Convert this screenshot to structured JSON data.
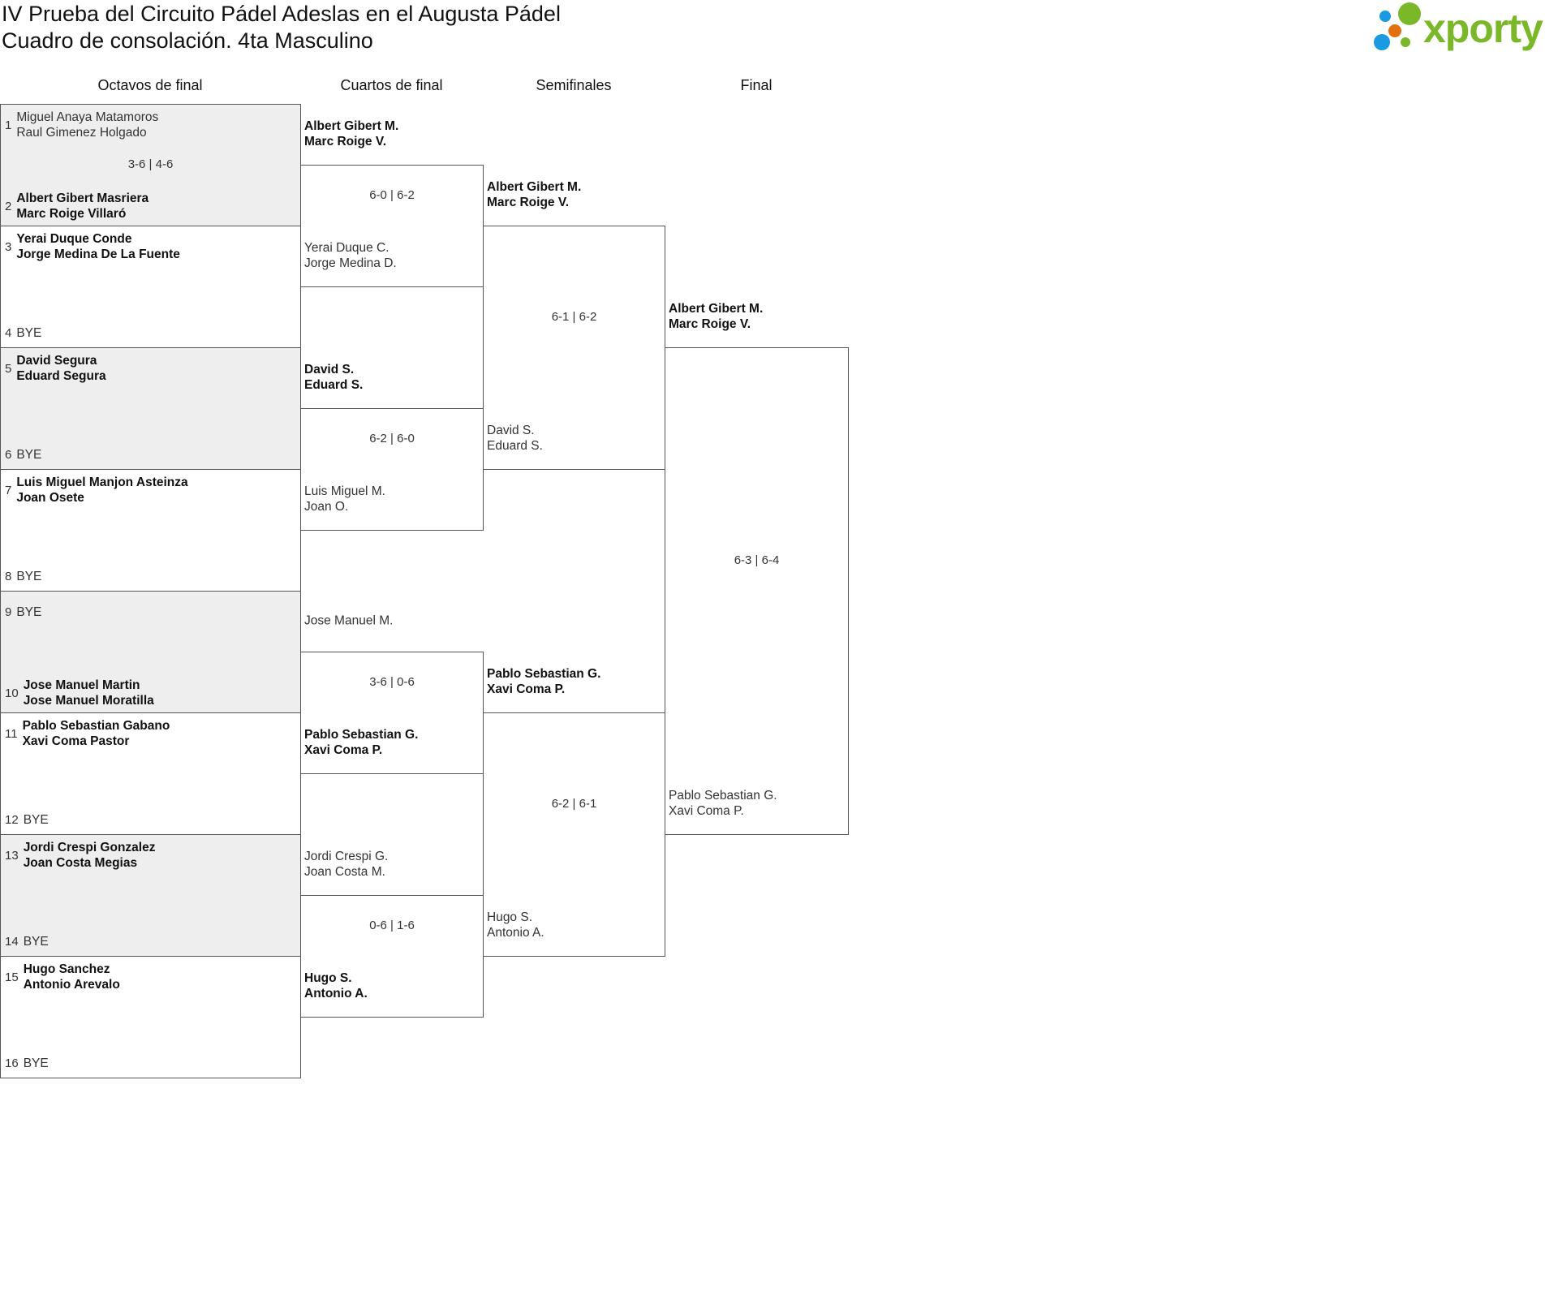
{
  "header": {
    "title": "IV Prueba del Circuito Pádel Adeslas en el Augusta Pádel",
    "subtitle": "Cuadro de consolación. 4ta Masculino"
  },
  "logo": {
    "text": "xporty",
    "colors": {
      "green": "#7ab829",
      "blue": "#1a9be0",
      "orange": "#e2700f"
    }
  },
  "rounds": [
    {
      "title": "Octavos de final",
      "matches": [
        {
          "score": "3-6 | 4-6",
          "team1": {
            "seed": "1",
            "players": [
              "Miguel Anaya Matamoros",
              "Raul Gimenez Holgado"
            ],
            "winner": false
          },
          "team2": {
            "seed": "2",
            "players": [
              "Albert Gibert Masriera",
              "Marc Roige Villaró"
            ],
            "winner": true
          }
        },
        {
          "score": "",
          "team1": {
            "seed": "3",
            "players": [
              "Yerai Duque Conde",
              "Jorge Medina De La Fuente"
            ],
            "winner": true
          },
          "team2": {
            "seed": "4",
            "players": [
              "BYE"
            ],
            "winner": false
          }
        },
        {
          "score": "",
          "team1": {
            "seed": "5",
            "players": [
              "David Segura",
              "Eduard Segura"
            ],
            "winner": true
          },
          "team2": {
            "seed": "6",
            "players": [
              "BYE"
            ],
            "winner": false
          }
        },
        {
          "score": "",
          "team1": {
            "seed": "7",
            "players": [
              "Luis Miguel Manjon Asteinza",
              "Joan Osete"
            ],
            "winner": true
          },
          "team2": {
            "seed": "8",
            "players": [
              "BYE"
            ],
            "winner": false
          }
        },
        {
          "score": "",
          "team1": {
            "seed": "9",
            "players": [
              "BYE"
            ],
            "winner": false
          },
          "team2": {
            "seed": "10",
            "players": [
              "Jose Manuel Martin",
              "Jose Manuel Moratilla"
            ],
            "winner": true
          }
        },
        {
          "score": "",
          "team1": {
            "seed": "11",
            "players": [
              "Pablo Sebastian Gabano",
              "Xavi Coma Pastor"
            ],
            "winner": true
          },
          "team2": {
            "seed": "12",
            "players": [
              "BYE"
            ],
            "winner": false
          }
        },
        {
          "score": "",
          "team1": {
            "seed": "13",
            "players": [
              "Jordi Crespi Gonzalez",
              "Joan Costa Megias"
            ],
            "winner": true
          },
          "team2": {
            "seed": "14",
            "players": [
              "BYE"
            ],
            "winner": false
          }
        },
        {
          "score": "",
          "team1": {
            "seed": "15",
            "players": [
              "Hugo Sanchez",
              "Antonio Arevalo"
            ],
            "winner": true
          },
          "team2": {
            "seed": "16",
            "players": [
              "BYE"
            ],
            "winner": false
          }
        }
      ]
    },
    {
      "title": "Cuartos de final",
      "matches": [
        {
          "score": "6-0 | 6-2",
          "team1": {
            "players": [
              "Albert Gibert M.",
              "Marc Roige V."
            ],
            "winner": true
          },
          "team2": {
            "players": [
              "Yerai Duque C.",
              "Jorge Medina D."
            ],
            "winner": false
          }
        },
        {
          "score": "6-2 | 6-0",
          "team1": {
            "players": [
              "David S.",
              "Eduard S."
            ],
            "winner": true
          },
          "team2": {
            "players": [
              "Luis Miguel M.",
              "Joan O."
            ],
            "winner": false
          }
        },
        {
          "score": "3-6 | 0-6",
          "team1": {
            "players": [
              "Jose Manuel M."
            ],
            "winner": false
          },
          "team2": {
            "players": [
              "Pablo Sebastian G.",
              "Xavi Coma P."
            ],
            "winner": true
          }
        },
        {
          "score": "0-6 | 1-6",
          "team1": {
            "players": [
              "Jordi Crespi G.",
              "Joan Costa M."
            ],
            "winner": false
          },
          "team2": {
            "players": [
              "Hugo S.",
              "Antonio A."
            ],
            "winner": true
          }
        }
      ]
    },
    {
      "title": "Semifinales",
      "matches": [
        {
          "score": "6-1 | 6-2",
          "team1": {
            "players": [
              "Albert Gibert M.",
              "Marc Roige V."
            ],
            "winner": true
          },
          "team2": {
            "players": [
              "David S.",
              "Eduard S."
            ],
            "winner": false
          }
        },
        {
          "score": "6-2 | 6-1",
          "team1": {
            "players": [
              "Pablo Sebastian G.",
              "Xavi Coma P."
            ],
            "winner": true
          },
          "team2": {
            "players": [
              "Hugo S.",
              "Antonio A."
            ],
            "winner": false
          }
        }
      ]
    },
    {
      "title": "Final",
      "matches": [
        {
          "score": "6-3 | 6-4",
          "team1": {
            "players": [
              "Albert Gibert M.",
              "Marc Roige V."
            ],
            "winner": true
          },
          "team2": {
            "players": [
              "Pablo Sebastian G.",
              "Xavi Coma P."
            ],
            "winner": false
          }
        }
      ]
    }
  ]
}
